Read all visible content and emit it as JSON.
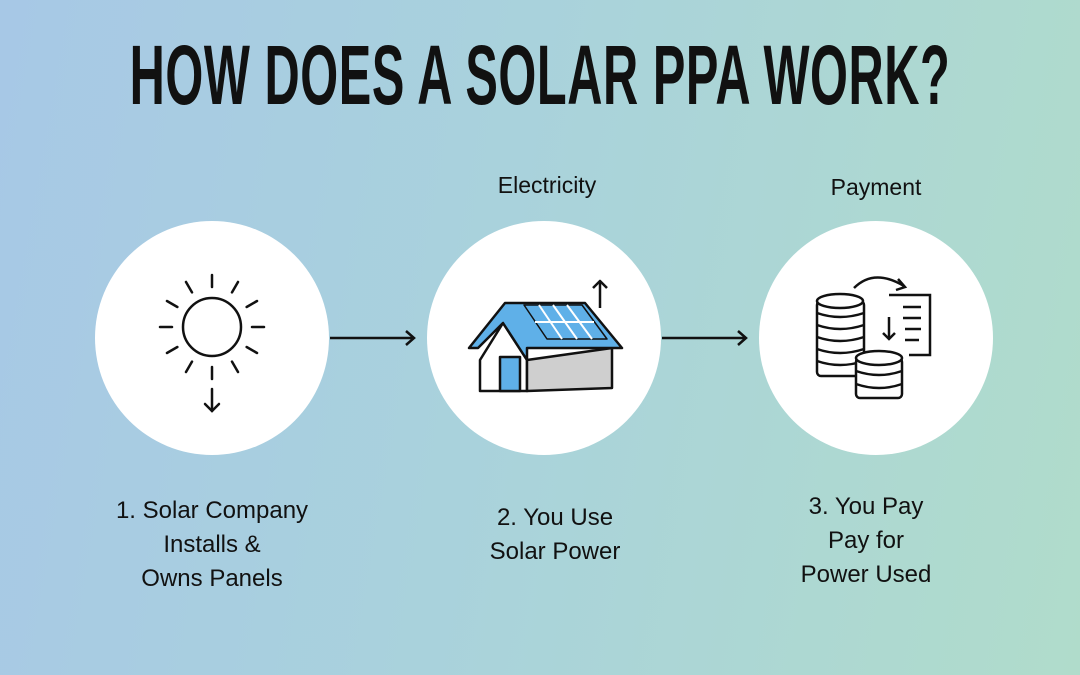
{
  "title": "HOW DOES A SOLAR PPA WORK?",
  "flows": {
    "electricity": "Electricity",
    "payment": "Payment"
  },
  "steps": [
    {
      "icon": "sun-icon",
      "lines": [
        "1. Solar Company",
        "Installs &",
        "Owns Panels"
      ]
    },
    {
      "icon": "house-solar-panels-icon",
      "lines": [
        "2. You Use",
        "Solar Power"
      ]
    },
    {
      "icon": "coins-bill-icon",
      "lines": [
        "3. You Pay",
        "Pay for",
        "Power Used"
      ]
    }
  ],
  "colors": {
    "panel_blue": "#5fb0e8",
    "wall_gray": "#c9c9c9",
    "circle": "#ffffff"
  }
}
